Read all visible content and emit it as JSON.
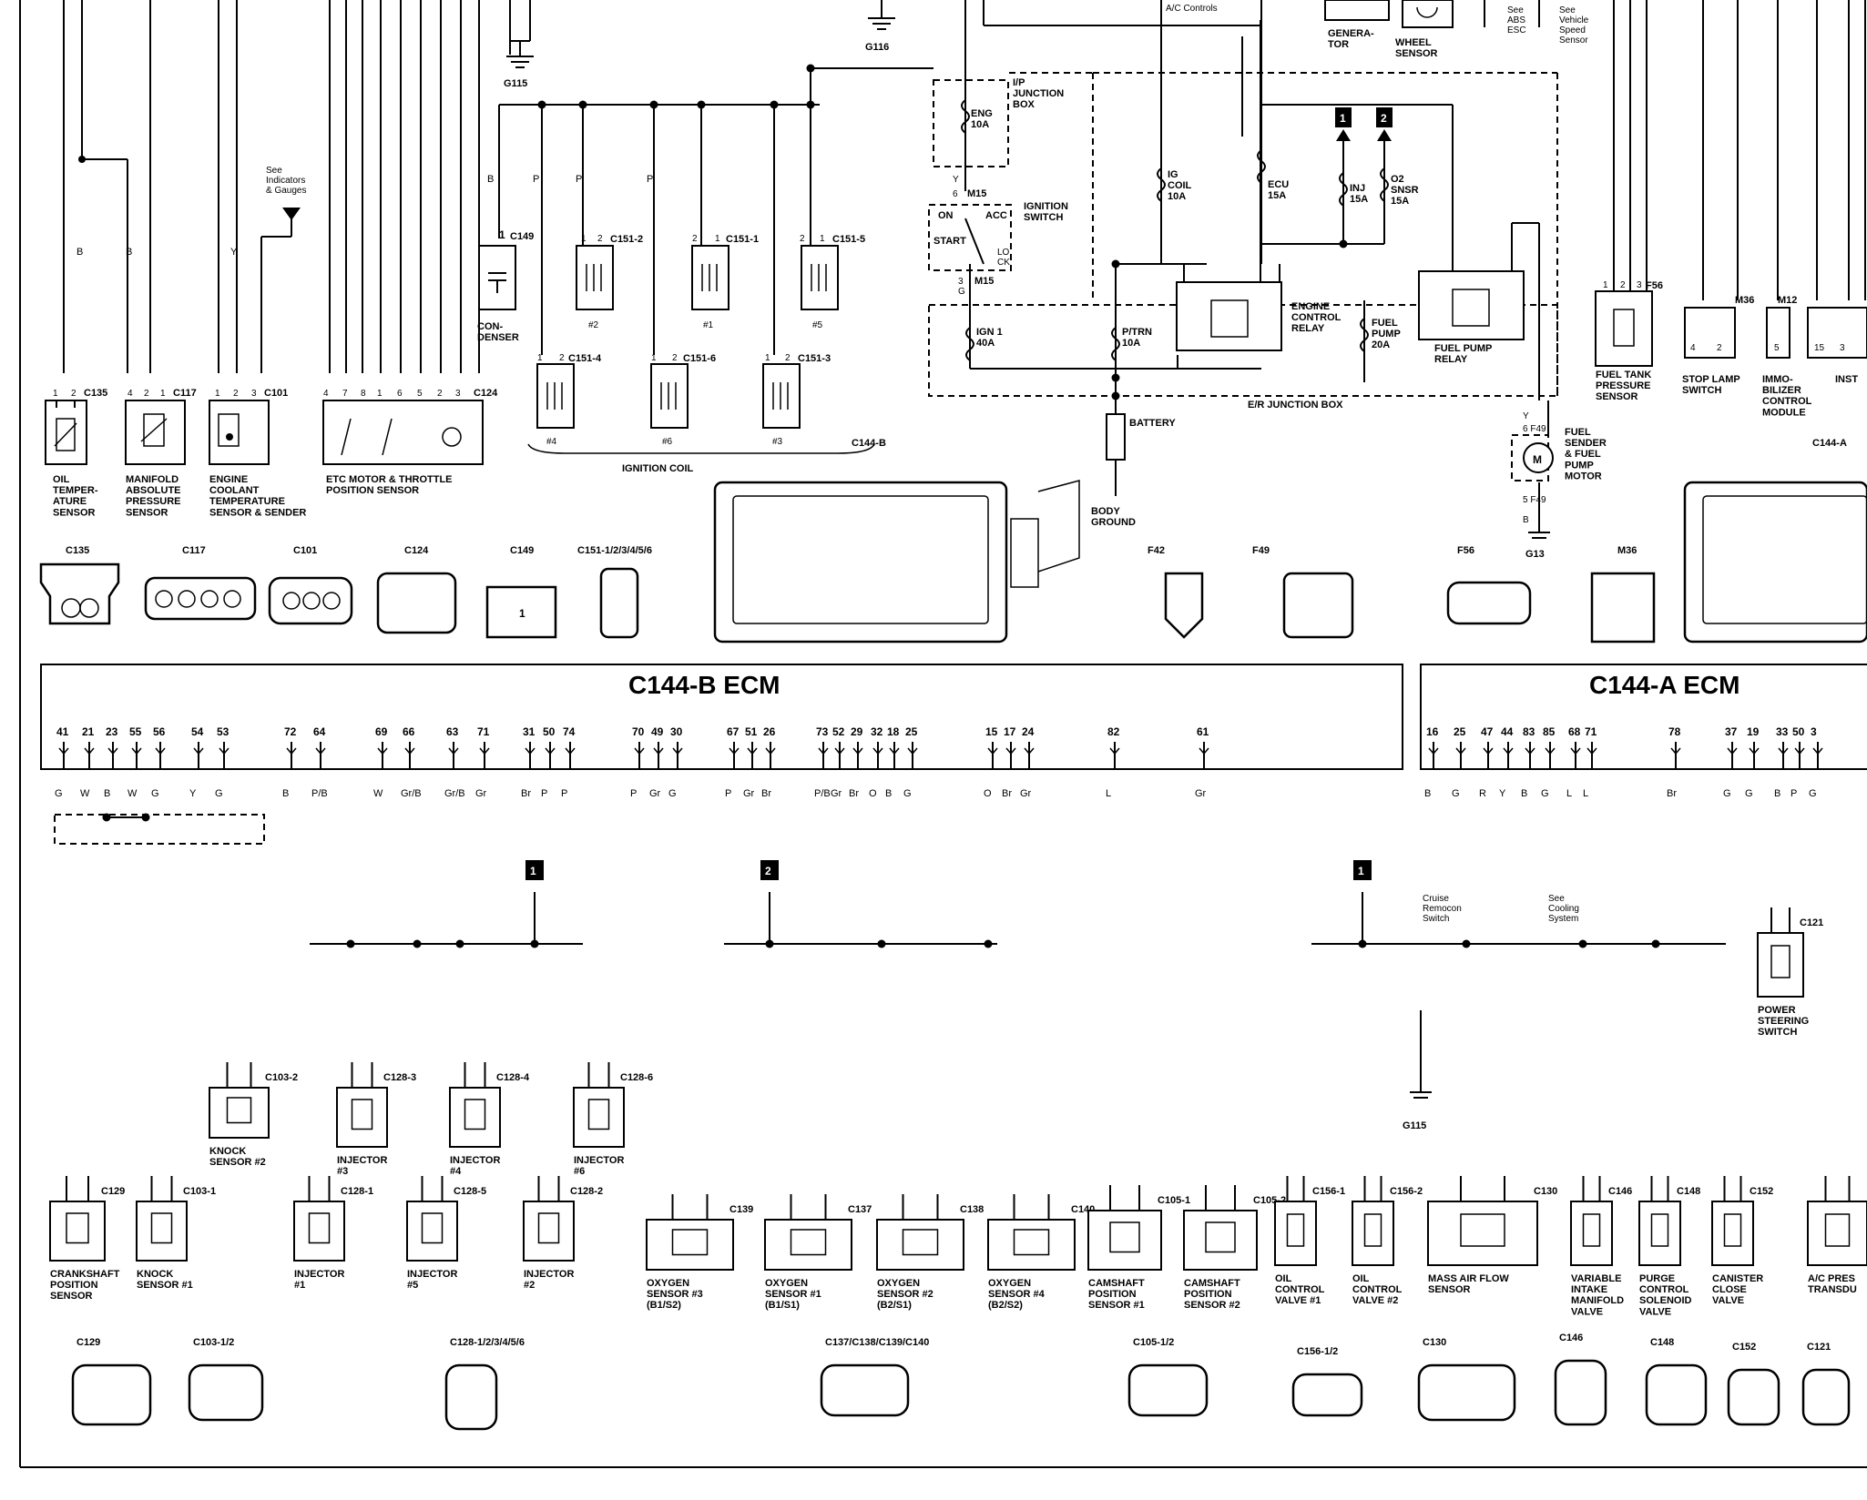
{
  "headers": {
    "c144b": "C144-B ECM",
    "c144a": "C144-A ECM"
  },
  "top_labels": {
    "g115": "G115",
    "g116": "G116",
    "g115_low": "G115",
    "g13": "G13",
    "ac_controls": "A/C Controls",
    "generator": "GENERA-\nTOR",
    "wheel_sensor": "WHEEL\nSENSOR",
    "see_abs": "See\nABS\nESC",
    "see_vss": "See\nVehicle\nSpeed\nSensor",
    "see_gauges": "See\nIndicators\n& Gauges",
    "ip_box": "I/P\nJUNCTION\nBOX",
    "er_box": "E/R JUNCTION BOX",
    "ignition_switch": "IGNITION\nSWITCH",
    "sw_on": "ON",
    "sw_acc": "ACC",
    "sw_start": "START",
    "sw_lock": "LO\nCK",
    "m15a": "M15",
    "m15b": "M15",
    "ignition_coil": "IGNITION COIL",
    "battery": "BATTERY",
    "body_ground": "BODY\nGROUND",
    "ecr": "ENGINE\nCONTROL\nRELAY",
    "fpr": "FUEL PUMP\nRELAY",
    "fuel_sender": "FUEL\nSENDER\n& FUEL\nPUMP\nMOTOR",
    "c144b_conn": "C144-B",
    "c144a_conn": "C144-A",
    "badge1": "1",
    "badge2": "2"
  },
  "fuses": [
    {
      "id": "eng",
      "label": "ENG\n10A"
    },
    {
      "id": "igcoil",
      "label": "IG\nCOIL\n10A"
    },
    {
      "id": "ecu",
      "label": "ECU\n15A"
    },
    {
      "id": "inj",
      "label": "INJ\n15A"
    },
    {
      "id": "o2",
      "label": "O2\nSNSR\n15A"
    },
    {
      "id": "ign1",
      "label": "IGN 1\n40A"
    },
    {
      "id": "ptrn",
      "label": "P/TRN\n10A"
    },
    {
      "id": "fuelpump",
      "label": "FUEL\nPUMP\n20A"
    }
  ],
  "top_components": [
    {
      "id": "oil",
      "conn": "C135",
      "label": "OIL\nTEMPER-\nATURE\nSENSOR"
    },
    {
      "id": "map",
      "conn": "C117",
      "label": "MANIFOLD\nABSOLUTE\nPRESSURE\nSENSOR"
    },
    {
      "id": "ect",
      "conn": "C101",
      "label": "ENGINE\nCOOLANT\nTEMPERATURE\nSENSOR & SENDER"
    },
    {
      "id": "etc",
      "conn": "C124",
      "label": "ETC MOTOR & THROTTLE\nPOSITION SENSOR"
    },
    {
      "id": "cond",
      "conn": "C149",
      "label": "CON-\nDENSER"
    },
    {
      "id": "ftp",
      "conn": "F56",
      "label": "FUEL TANK\nPRESSURE\nSENSOR"
    },
    {
      "id": "stop",
      "conn": "M36",
      "label": "STOP LAMP\nSWITCH"
    },
    {
      "id": "immo",
      "conn": "M12",
      "label": "IMMO-\nBILIZER\nCONTROL\nMODULE"
    },
    {
      "id": "inst",
      "conn": "",
      "label": "INST"
    }
  ],
  "coils": [
    {
      "conn": "C151-2",
      "num": "#2"
    },
    {
      "conn": "C151-1",
      "num": "#1"
    },
    {
      "conn": "C151-5",
      "num": "#5"
    },
    {
      "conn": "C151-4",
      "num": "#4"
    },
    {
      "conn": "C151-6",
      "num": "#6"
    },
    {
      "conn": "C151-3",
      "num": "#3"
    }
  ],
  "top_connector_names": [
    "C135",
    "C117",
    "C101",
    "C124",
    "C149",
    "C151-1/2/3/4/5/6",
    "F42",
    "F49",
    "F56",
    "M36"
  ],
  "ecm_b_pins": [
    "41",
    "21",
    "23",
    "55",
    "56",
    "54",
    "53",
    "72",
    "64",
    "69",
    "66",
    "63",
    "71",
    "31",
    "50",
    "74",
    "70",
    "49",
    "30",
    "67",
    "51",
    "26",
    "73",
    "52",
    "29",
    "32",
    "18",
    "25",
    "15",
    "17",
    "24",
    "82",
    "61"
  ],
  "ecm_a_pins": [
    "16",
    "25",
    "47",
    "44",
    "83",
    "85",
    "68",
    "71",
    "78",
    "37",
    "19",
    "33",
    "50",
    "3"
  ],
  "wire_colors_b": [
    "G",
    "W",
    "B",
    "W",
    "G",
    "Y",
    "G",
    "B",
    "P/B",
    "W",
    "Gr/B",
    "Gr/B",
    "Gr",
    "Br",
    "P",
    "P",
    "P",
    "Gr",
    "G",
    "P",
    "Gr",
    "Br",
    "P/B",
    "Gr",
    "Br",
    "O",
    "B",
    "G",
    "O",
    "Br",
    "Gr",
    "L",
    "Gr"
  ],
  "wire_colors_a": [
    "B",
    "G",
    "R",
    "Y",
    "B",
    "G",
    "L",
    "L",
    "Br",
    "G",
    "G",
    "B",
    "P",
    "G"
  ],
  "bottom_components": [
    {
      "id": "ckp",
      "conn": "C129",
      "label": "CRANKSHAFT\nPOSITION\nSENSOR"
    },
    {
      "id": "ks1",
      "conn": "C103-1",
      "label": "KNOCK\nSENSOR #1"
    },
    {
      "id": "ks2",
      "conn": "C103-2",
      "label": "KNOCK\nSENSOR #2"
    },
    {
      "id": "inj1",
      "conn": "C128-1",
      "label": "INJECTOR\n#1"
    },
    {
      "id": "inj3",
      "conn": "C128-3",
      "label": "INJECTOR\n#3"
    },
    {
      "id": "inj5",
      "conn": "C128-5",
      "label": "INJECTOR\n#5"
    },
    {
      "id": "inj4",
      "conn": "C128-4",
      "label": "INJECTOR\n#4"
    },
    {
      "id": "inj2",
      "conn": "C128-2",
      "label": "INJECTOR\n#2"
    },
    {
      "id": "inj6",
      "conn": "C128-6",
      "label": "INJECTOR\n#6"
    },
    {
      "id": "o23",
      "conn": "C139",
      "label": "OXYGEN\nSENSOR #3\n(B1/S2)"
    },
    {
      "id": "o21",
      "conn": "C137",
      "label": "OXYGEN\nSENSOR #1\n(B1/S1)"
    },
    {
      "id": "o22",
      "conn": "C138",
      "label": "OXYGEN\nSENSOR #2\n(B2/S1)"
    },
    {
      "id": "o24",
      "conn": "C140",
      "label": "OXYGEN\nSENSOR #4\n(B2/S2)"
    },
    {
      "id": "cmp1",
      "conn": "C105-1",
      "label": "CAMSHAFT\nPOSITION\nSENSOR #1"
    },
    {
      "id": "cmp2",
      "conn": "C105-2",
      "label": "CAMSHAFT\nPOSITION\nSENSOR #2"
    },
    {
      "id": "ocv1",
      "conn": "C156-1",
      "label": "OIL\nCONTROL\nVALVE #1"
    },
    {
      "id": "ocv2",
      "conn": "C156-2",
      "label": "OIL\nCONTROL\nVALVE #2"
    },
    {
      "id": "maf",
      "conn": "C130",
      "label": "MASS AIR FLOW\nSENSOR"
    },
    {
      "id": "vim",
      "conn": "C146",
      "label": "VARIABLE\nINTAKE\nMANIFOLD\nVALVE"
    },
    {
      "id": "purge",
      "conn": "C148",
      "label": "PURGE\nCONTROL\nSOLENOID\nVALVE"
    },
    {
      "id": "canister",
      "conn": "C152",
      "label": "CANISTER\nCLOSE\nVALVE"
    },
    {
      "id": "ps",
      "conn": "C121",
      "label": "POWER\nSTEERING\nSWITCH"
    },
    {
      "id": "acp",
      "conn": "",
      "label": "A/C PRES\nTRANSDU"
    }
  ],
  "notes": {
    "cruise": "Cruise\nRemocon\nSwitch",
    "cooling": "See\nCooling\nSystem"
  },
  "bottom_connector_names": [
    "C129",
    "C103-1/2",
    "C128-1/2/3/4/5/6",
    "C137/C138/C139/C140",
    "C105-1/2",
    "C156-1/2",
    "C130",
    "C146",
    "C148",
    "C152",
    "C121"
  ]
}
